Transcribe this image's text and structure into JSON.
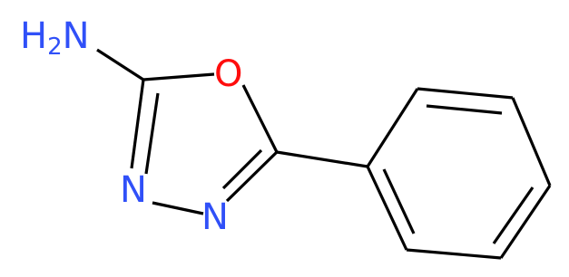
{
  "molecule": {
    "atoms": {
      "amine": {
        "symbol": "H",
        "subscript": "2",
        "suffix": "N"
      },
      "oxygen": {
        "symbol": "O"
      },
      "nitrogen_3": {
        "symbol": "N"
      },
      "nitrogen_4": {
        "symbol": "N"
      }
    }
  },
  "colors": {
    "nitrogen": "#3050F8",
    "oxygen": "#FF0D0D",
    "bond": "#000000",
    "background": "#FFFFFF"
  }
}
